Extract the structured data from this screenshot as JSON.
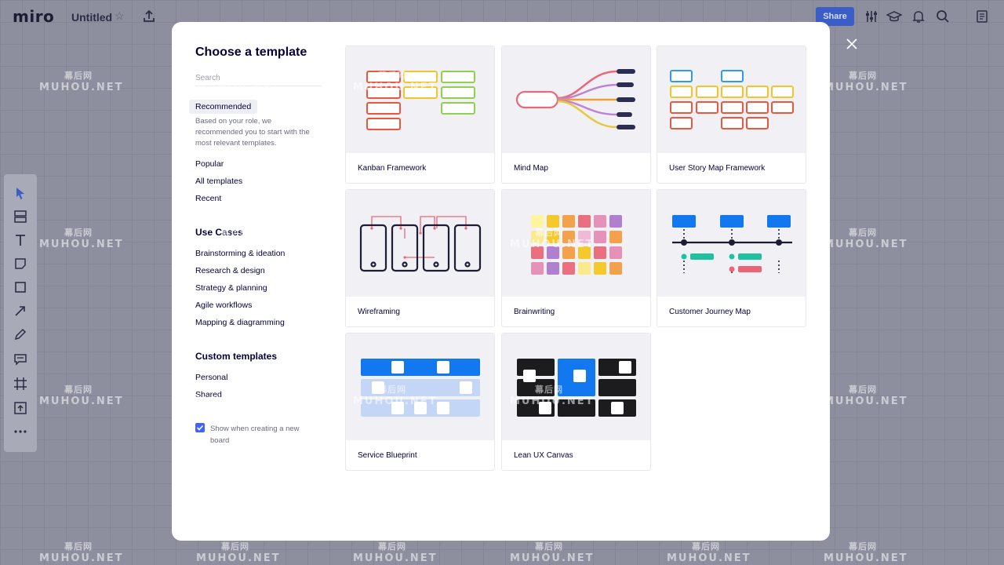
{
  "app": {
    "logo": "miro",
    "board_title": "Untitled",
    "share_label": "Share"
  },
  "modal": {
    "title": "Choose a template",
    "search_placeholder": "Search",
    "nav": {
      "recommended": "Recommended",
      "recommended_desc": "Based on your role, we recommended you to start with the most relevant templates.",
      "popular": "Popular",
      "all_templates": "All templates",
      "recent": "Recent"
    },
    "use_cases": {
      "heading": "Use Cases",
      "items": [
        "Brainstorming & ideation",
        "Research & design",
        "Strategy & planning",
        "Agile workflows",
        "Mapping & diagramming"
      ]
    },
    "custom": {
      "heading": "Custom templates",
      "items": [
        "Personal",
        "Shared"
      ]
    },
    "show_when_creating": "Show when creating a new board",
    "show_when_creating_checked": true
  },
  "templates": [
    {
      "name": "Kanban Framework",
      "icon": "kanban-thumbnail"
    },
    {
      "name": "Mind Map",
      "icon": "mind-map-thumbnail"
    },
    {
      "name": "User Story Map Framework",
      "icon": "user-story-map-thumbnail"
    },
    {
      "name": "Wireframing",
      "icon": "wireframing-thumbnail"
    },
    {
      "name": "Brainwriting",
      "icon": "brainwriting-thumbnail"
    },
    {
      "name": "Customer Journey Map",
      "icon": "customer-journey-thumbnail"
    },
    {
      "name": "Service Blueprint",
      "icon": "service-blueprint-thumbnail"
    },
    {
      "name": "Lean UX Canvas",
      "icon": "lean-ux-thumbnail"
    }
  ],
  "watermark": {
    "line1": "幕后网",
    "line2": "MUHOU.NET"
  },
  "colors": {
    "accent": "#4262ff",
    "share_button": "#3b5dc8",
    "text_primary": "#050038",
    "text_secondary": "#6b6c80"
  }
}
